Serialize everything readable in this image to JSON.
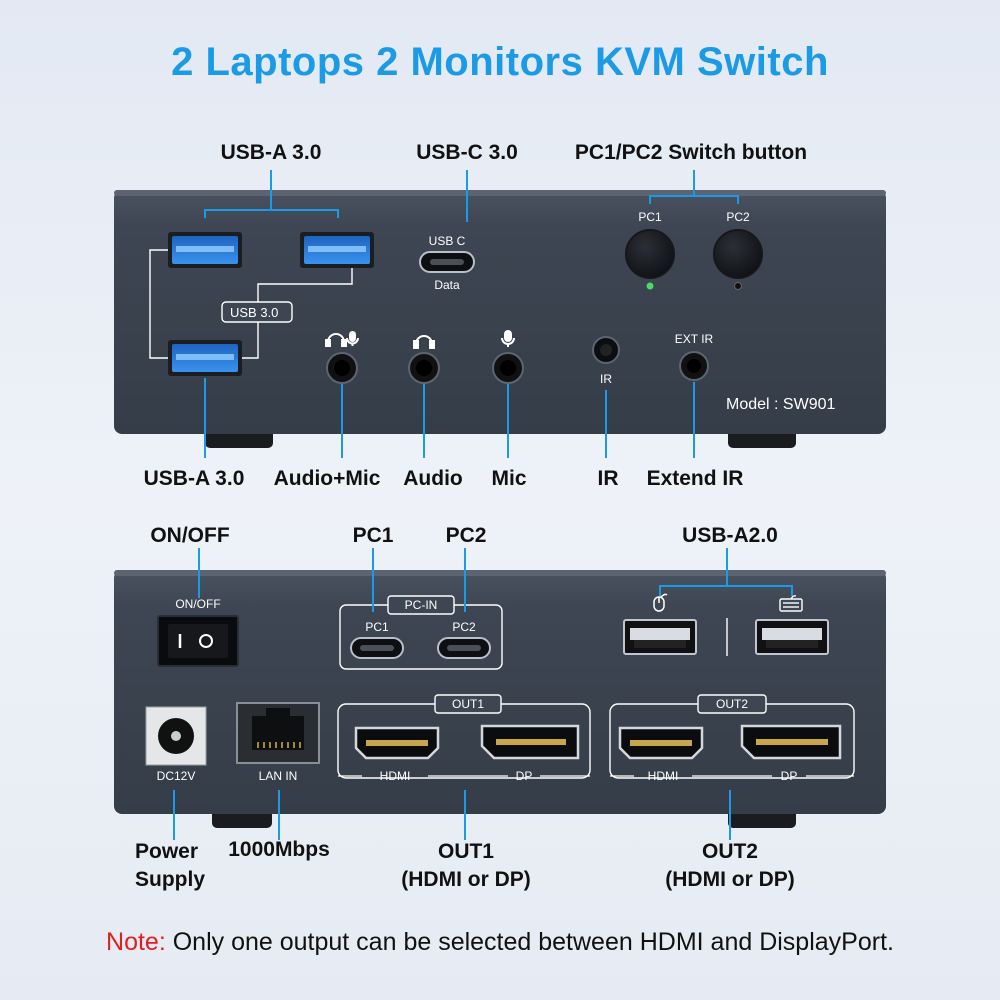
{
  "title": "2 Laptops 2 Monitors KVM Switch",
  "colors": {
    "accent": "#1b9be6",
    "note_red": "#e02020",
    "panel": "#3b4450",
    "port_blue": "#2a78d6"
  },
  "top_callouts": {
    "usb_a_top": "USB-A 3.0",
    "usb_c": "USB-C 3.0",
    "switch_button": "PC1/PC2 Switch button",
    "usb_a_bottom": "USB-A 3.0",
    "audio_mic": "Audio+Mic",
    "audio": "Audio",
    "mic": "Mic",
    "ir": "IR",
    "extend_ir": "Extend IR"
  },
  "front_panel": {
    "usb30_tag": "USB 3.0",
    "usbc_label": "USB C",
    "usbc_sub": "Data",
    "pc1_label": "PC1",
    "pc2_label": "PC2",
    "ir_label": "IR",
    "ext_ir_label": "EXT IR",
    "model": "Model : SW901",
    "icons": [
      "headset-mic-icon",
      "headphone-icon",
      "microphone-icon"
    ]
  },
  "rear_callouts": {
    "on_off": "ON/OFF",
    "pc1": "PC1",
    "pc2": "PC2",
    "usb_a20": "USB-A2.0",
    "power_supply_1": "Power",
    "power_supply_2": "Supply",
    "lan_speed": "1000Mbps",
    "out1_1": "OUT1",
    "out1_2": "(HDMI or DP)",
    "out2_1": "OUT2",
    "out2_2": "(HDMI or DP)"
  },
  "rear_panel": {
    "on_off": "ON/OFF",
    "pc_in": "PC-IN",
    "pc1": "PC1",
    "pc2": "PC2",
    "dc": "DC12V",
    "lan": "LAN IN",
    "out1": "OUT1",
    "out2": "OUT2",
    "hdmi": "HDMI",
    "dp": "DP",
    "icons": [
      "mouse-icon",
      "keyboard-icon"
    ]
  },
  "note": {
    "prefix": "Note:",
    "text": " Only one output can be selected between HDMI and DisplayPort."
  }
}
